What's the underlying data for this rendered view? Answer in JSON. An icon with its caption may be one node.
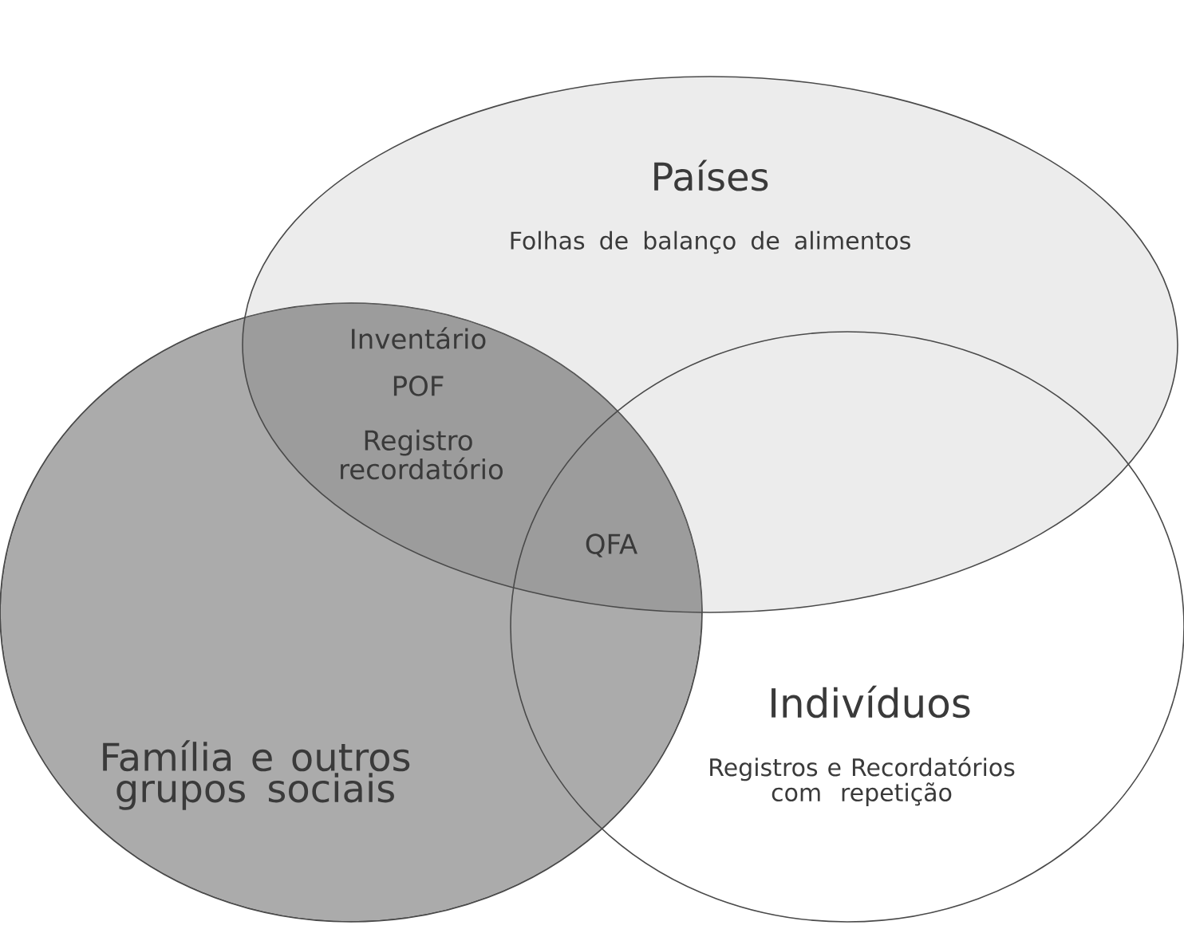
{
  "diagram": {
    "nodes": [
      {
        "text": [
          "Países",
          "Folhas de balanço de alimentos"
        ]
      },
      {
        "text": [
          "Família e outros grupos sociais"
        ]
      },
      {
        "text": [
          "Indivíduos",
          "Registros e Recordatórios com repetição"
        ]
      }
    ],
    "labels": [
      "Inventário",
      "POF",
      "Registro recordatório",
      "QFA"
    ]
  }
}
